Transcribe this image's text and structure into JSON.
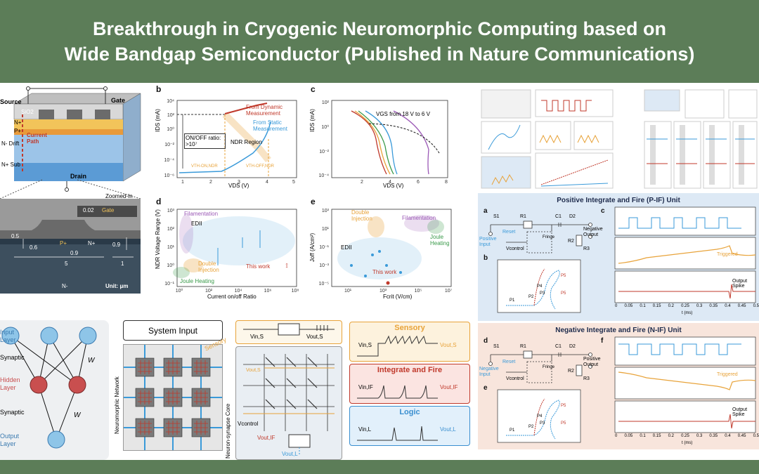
{
  "header": {
    "line1": "Breakthrough in Cryogenic Neuromorphic Computing based on",
    "line2": "Wide Bandgap Semiconductor (Published in Nature Communications)"
  },
  "device": {
    "source": "Source",
    "gate": "Gate",
    "drain": "Drain",
    "sio2": "SiO2",
    "np": "N+",
    "pp": "P+",
    "current_path": "Current Path",
    "n_drift": "N- Drift",
    "n_sub": "N+ Sub",
    "zoomed": "Zoomed-In",
    "gate_small": "Gate",
    "dims": [
      "0.02",
      "0.5",
      "0.6",
      "0.9",
      "0.9",
      "5",
      "1"
    ],
    "pplus": "P+",
    "nplus": "N+",
    "nminus": "N-",
    "unit": "Unit: μm"
  },
  "panel_b": {
    "label": "b",
    "ylabel": "IDS (mA)",
    "xlabel": "VDS (V)",
    "dynamic": "From Dynamic Measurement",
    "static": "From Static Measurement",
    "onoff": "ON/OFF ratio: >10⁷",
    "ndr": "NDR Region",
    "vth_on": "VTH-ON,NDR",
    "vth_off": "VTH-OFF,NDR",
    "yticks": [
      "10⁴",
      "10²",
      "10⁰",
      "10⁻²",
      "10⁻⁴",
      "10⁻⁶"
    ],
    "xticks": [
      "1",
      "2",
      "3",
      "4",
      "5"
    ]
  },
  "panel_c": {
    "label": "c",
    "ylabel": "IDS (mA)",
    "xlabel": "VDS (V)",
    "annot": "VGS from 18 V to 6 V",
    "yticks": [
      "10²",
      "10⁰",
      "10⁻²",
      "10⁻⁴"
    ],
    "xticks": [
      "2",
      "4",
      "6",
      "8"
    ]
  },
  "panel_d": {
    "label": "d",
    "ylabel": "NDR Voltage Range (V)",
    "xlabel": "Current on/off Ratio",
    "filamentation": "Filamentation",
    "edii": "EDII",
    "double_injection": "Double Injection",
    "joule": "Joule Heating",
    "this_work": "This work",
    "yticks": [
      "10³",
      "10²",
      "10¹",
      "10⁰",
      "10⁻¹"
    ],
    "xticks": [
      "10⁰",
      "10²",
      "10⁴",
      "10⁶",
      "10⁸"
    ]
  },
  "panel_e": {
    "label": "e",
    "ylabel": "Joff (A/cm²)",
    "xlabel": "Fcrit (V/cm)",
    "double_injection": "Double Injection",
    "filamentation": "Filamentation",
    "joule": "Joule Heating",
    "edii": "EDII",
    "this_work": "This work",
    "yticks": [
      "10³",
      "10¹",
      "10⁻¹",
      "10⁻³",
      "10⁻⁵"
    ],
    "xticks": [
      "10¹",
      "10³",
      "10⁵",
      "10⁷"
    ]
  },
  "network": {
    "input_layer": "Input Layer",
    "synaptic1": "Synaptic",
    "hidden_layer": "Hidden Layer",
    "synaptic2": "Synaptic",
    "output_layer": "Output Layer",
    "w": "W",
    "neuromorphic_network": "Neuromorphic Network",
    "system_input": "System Input",
    "sensory_word": "Sensory",
    "core": "Neuron-synapse Core",
    "vcontrol": "Vcontrol",
    "vout_if": "Vout,IF",
    "vout_l": "Vout,L",
    "vout_s_in": "Vout,S",
    "vin_s": "Vin,S",
    "vout_s": "Vout,S"
  },
  "outputs": [
    {
      "title": "Sensory",
      "vin": "Vin,S",
      "vout": "Vout,S",
      "color": "#e8a33a",
      "bg": "#fdf2dd"
    },
    {
      "title": "Integrate and Fire",
      "vin": "Vin,IF",
      "vout": "Vout,IF",
      "color": "#c0392b",
      "bg": "#fbe4e1"
    },
    {
      "title": "Logic",
      "vin": "Vin,L",
      "vout": "Vout,L",
      "color": "#3a8fd0",
      "bg": "#e2f0fb"
    }
  ],
  "pif": {
    "banner": "Positive Integrate and Fire (P-IF) Unit",
    "a": "a",
    "b": "b",
    "c": "c",
    "s1": "S1",
    "r1": "R1",
    "c1": "C1",
    "d2": "D2",
    "r2": "R2",
    "r3": "R3",
    "reset": "Reset",
    "input": "Positive Input",
    "output": "Negative Output",
    "vcontrol": "Vcontrol",
    "fringe": "Fringe",
    "triggered": "Triggered",
    "spike": "Output Spike",
    "points": [
      "P1",
      "P2",
      "P3",
      "P4",
      "P5",
      "P5"
    ],
    "xlabel": "t (ms)",
    "xticks": [
      "0",
      "0.05",
      "0.1",
      "0.15",
      "0.2",
      "0.25",
      "0.3",
      "0.35",
      "0.4",
      "0.45",
      "0.5"
    ]
  },
  "nif": {
    "banner": "Negative Integrate and Fire (N-IF) Unit",
    "d": "d",
    "e": "e",
    "f": "f",
    "s1": "S1",
    "r1": "R1",
    "c1": "C1",
    "d2": "D2",
    "r2": "R2",
    "r3": "R3",
    "reset": "Reset",
    "input": "Negative Input",
    "output": "Positive Output",
    "vcontrol": "Vcontrol",
    "fringe": "Fringe",
    "triggered": "Triggered",
    "spike": "Output Spike",
    "points": [
      "P1",
      "P2",
      "P3",
      "P4",
      "P5",
      "P5"
    ],
    "xlabel": "t (ms)",
    "xticks": [
      "0",
      "0.05",
      "0.1",
      "0.15",
      "0.2",
      "0.25",
      "0.3",
      "0.35",
      "0.4",
      "0.45",
      "0.5"
    ]
  },
  "colors": {
    "frame": "#5c7d58",
    "pif_bg": "#dde9f5",
    "nif_bg": "#f8e5dc",
    "blue": "#3a9ad9",
    "red": "#c0392b",
    "orange": "#e8a33a",
    "green": "#3a9a4a",
    "purple": "#9b59b6"
  }
}
